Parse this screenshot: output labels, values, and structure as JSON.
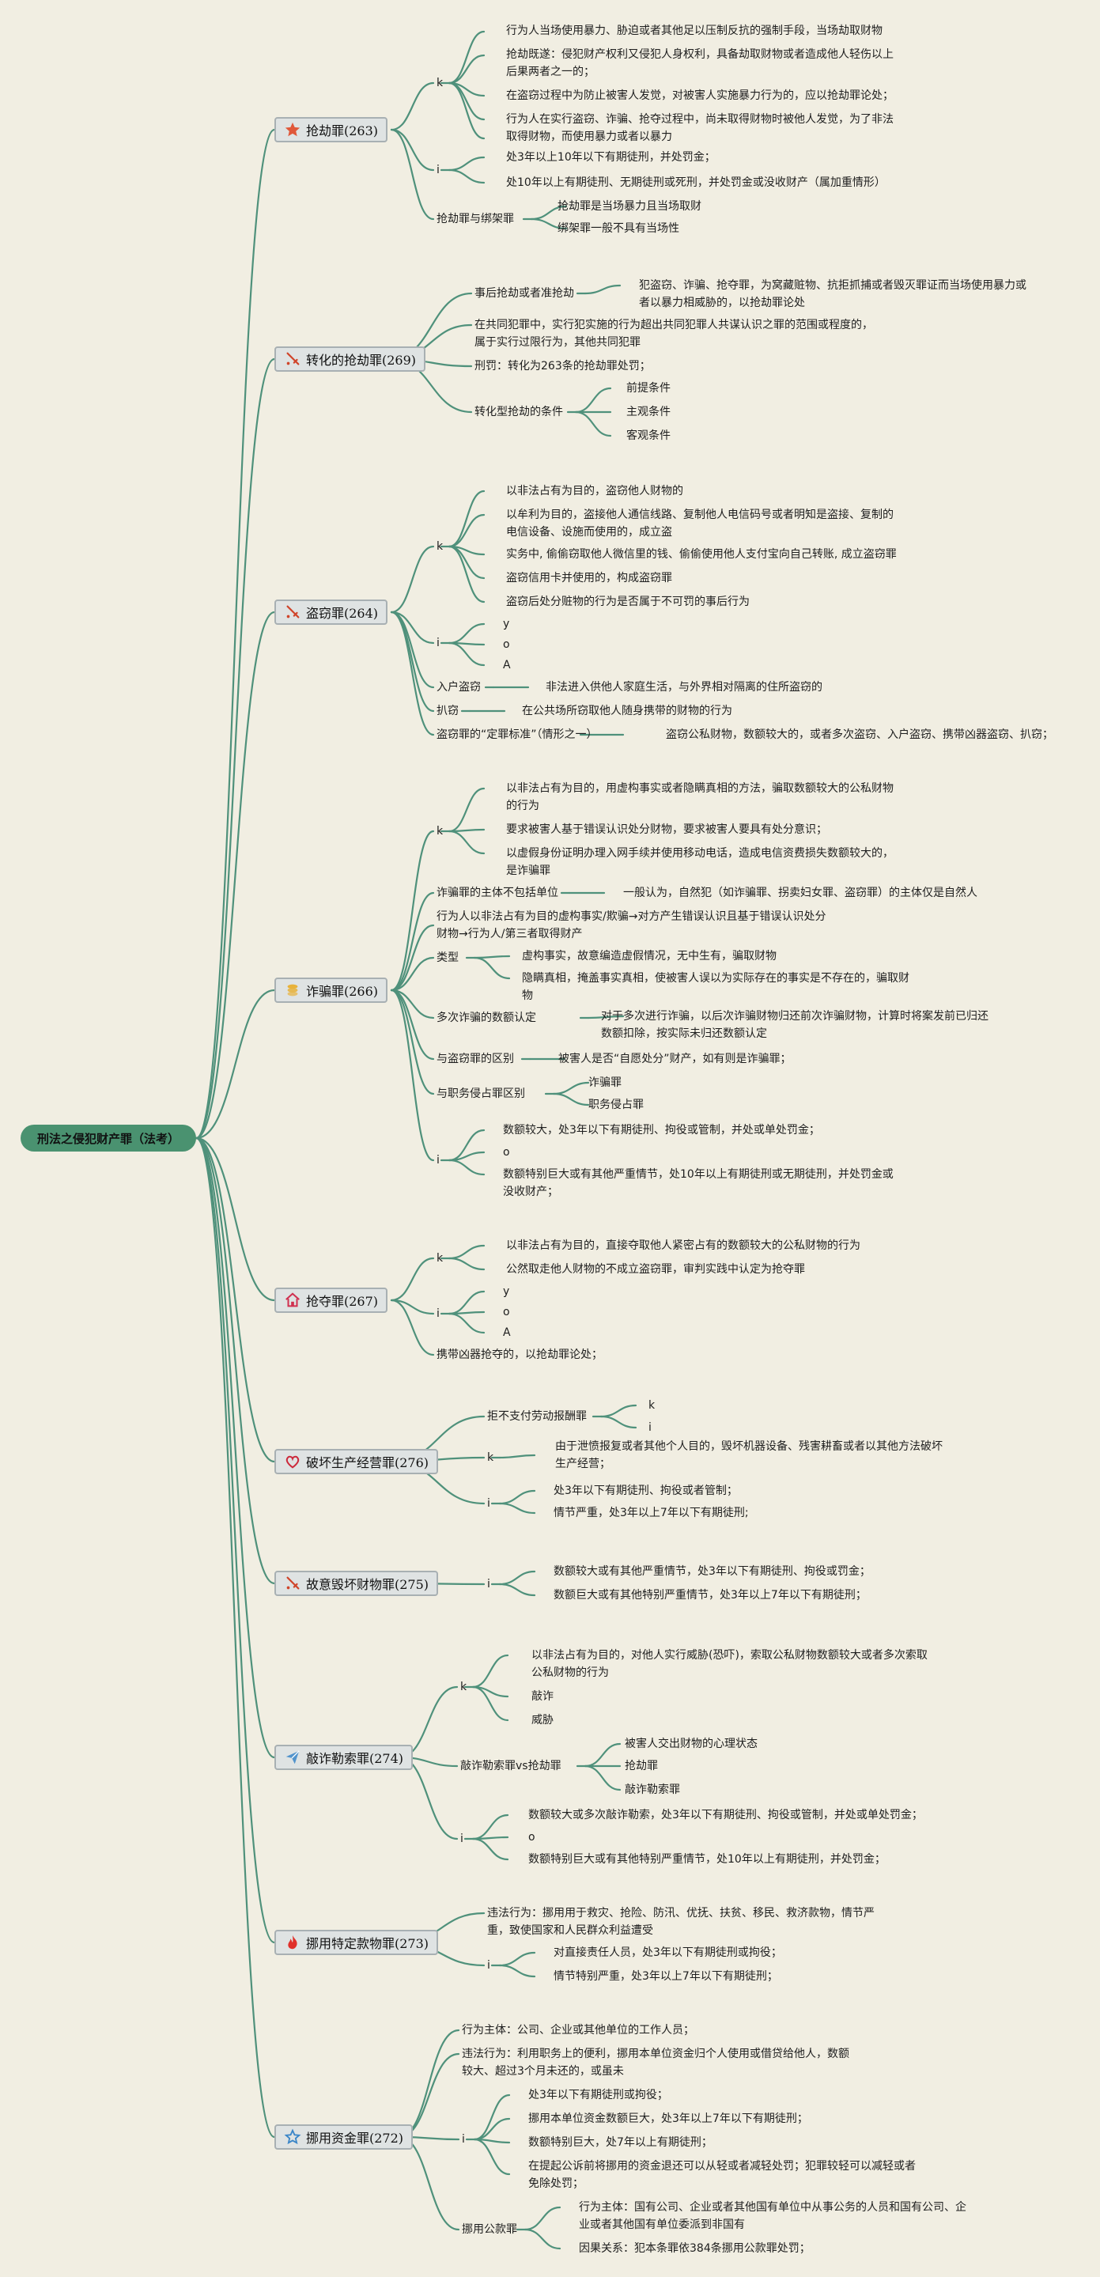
{
  "root": "刑法之侵犯财产罪（法考）",
  "crimes": [
    {
      "id": "robbery",
      "name": "抢劫罪(263)",
      "icon": "star-icon",
      "color": "#e0583a",
      "details": [
        "行为人当场使用暴力、胁迫或者其他足以压制反抗的强制手段，当场劫取财物",
        "抢劫既遂：侵犯财产权利又侵犯人身权利，具备劫取财物或者造成他人轻伤以上",
        "后果两者之一的；",
        "在盗窃过程中为防止被害人发觉，对被害人实施暴力行为的，应以抢劫罪论处；",
        "行为人在实行盗窃、诈骗、抢夺过程中，尚未取得财物时被他人发觉，为了非法",
        "取得财物，而使用暴力或者以暴力",
        "处3年以上10年以下有期徒刑，并处罚金；",
        "处10年以上有期徒刑、无期徒刑或死刑，并处罚金或没收财产（属加重情形）",
        "抢劫罪与绑架罪",
        "抢劫罪是当场暴力且当场取财",
        "绑架罪一般不具有当场性"
      ]
    },
    {
      "id": "converted",
      "name": "转化的抢劫罪(269)",
      "icon": "sword-icon",
      "color": "#d0452b",
      "details": [
        "事后抢劫或者准抢劫",
        "犯盗窃、诈骗、抢夺罪，为窝藏赃物、抗拒抓捕或者毁灭罪证而当场使用暴力或",
        "者以暴力相威胁的，以抢劫罪论处",
        "在共同犯罪中，实行犯实施的行为超出共同犯罪人共谋认识之罪的范围或程度的，",
        "属于实行过限行为，其他共同犯罪",
        "刑罚：转化为263条的抢劫罪处罚；",
        "转化型抢劫的条件",
        "前提条件",
        "主观条件",
        "客观条件"
      ]
    },
    {
      "id": "theft",
      "name": "盗窃罪(264)",
      "icon": "sword-icon",
      "color": "#d0452b",
      "details": [
        "以非法占有为目的，盗窃他人财物的",
        "以牟利为目的，盗接他人通信线路、复制他人电信码号或者明知是盗接、复制的",
        "电信设备、设施而使用的，成立盗",
        "实务中, 偷偷窃取他人微信里的钱、偷偷使用他人支付宝向自己转账, 成立盗窃罪",
        "盗窃信用卡并使用的，构成盗窃罪",
        "盗窃后处分赃物的行为是否属于不可罚的事后行为",
        "入户盗窃",
        "非法进入供他人家庭生活，与外界相对隔离的住所盗窃的",
        "扒窃",
        "在公共场所窃取他人随身携带的财物的行为",
        "盗窃罪的“定罪标准”（情形之一）",
        "盗窃公私财物，数额较大的，或者多次盗窃、入户盗窃、携带凶器盗窃、扒窃；"
      ]
    },
    {
      "id": "fraud",
      "name": "诈骗罪(266)",
      "icon": "coin-icon",
      "color": "#e8b23a",
      "details": [
        "以非法占有为目的，用虚构事实或者隐瞒真相的方法，骗取数额较大的公私财物",
        "的行为",
        "要求被害人基于错误认识处分财物，要求被害人要具有处分意识；",
        "以虚假身份证明办理入网手续并使用移动电话，造成电信资费损失数额较大的，",
        "是诈骗罪",
        "诈骗罪的主体不包括单位",
        "一般认为，自然犯（如诈骗罪、拐卖妇女罪、盗窃罪）的主体仅是自然人",
        "行为人以非法占有为目的虚构事实/欺骗→对方产生错误认识且基于错误认识处分",
        "财物→行为人/第三者取得财产",
        "类型",
        "虚构事实，故意编造虚假情况，无中生有，骗取财物",
        "隐瞒真相，掩盖事实真相，使被害人误以为实际存在的事实是不存在的，骗取财",
        "物",
        "多次诈骗的数额认定",
        "对于多次进行诈骗，以后次诈骗财物归还前次诈骗财物，计算时将案发前已归还",
        "数额扣除，按实际未归还数额认定",
        "与盗窃罪的区别",
        "被害人是否“自愿处分”财产，如有则是诈骗罪；",
        "与职务侵占罪区别",
        "诈骗罪",
        "职务侵占罪",
        "数额较大，处3年以下有期徒刑、拘役或管制，并处或单处罚金；",
        "数额特别巨大或有其他严重情节，处10年以上有期徒刑或无期徒刑，并处罚金或",
        "没收财产；"
      ]
    },
    {
      "id": "snatch",
      "name": "抢夺罪(267)",
      "icon": "house-icon",
      "color": "#d03050",
      "details": [
        "以非法占有为目的，直接夺取他人紧密占有的数额较大的公私财物的行为",
        "公然取走他人财物的不成立盗窃罪，审判实践中认定为抢夺罪",
        "携带凶器抢夺的，以抢劫罪论处；"
      ]
    },
    {
      "id": "sabotage",
      "name": "破坏生产经营罪(276)",
      "icon": "heart-icon",
      "color": "#cc2a3c",
      "details": [
        "拒不支付劳动报酬罪",
        "由于泄愤报复或者其他个人目的，毁坏机器设备、残害耕畜或者以其他方法破坏",
        "生产经营；",
        "处3年以下有期徒刑、拘役或者管制；",
        "情节严重，处3年以上7年以下有期徒刑;"
      ]
    },
    {
      "id": "destroy",
      "name": "故意毁坏财物罪(275)",
      "icon": "sword-icon",
      "color": "#d0452b",
      "details": [
        "数额较大或有其他严重情节，处3年以下有期徒刑、拘役或罚金；",
        "数额巨大或有其他特别严重情节，处3年以上7年以下有期徒刑；"
      ]
    },
    {
      "id": "extortion",
      "name": "敲诈勒索罪(274)",
      "icon": "paper-plane-icon",
      "color": "#3a86c8",
      "details": [
        "以非法占有为目的，对他人实行威胁(恐吓)，索取公私财物数额较大或者多次索取",
        "公私财物的行为",
        "敲诈",
        "威胁",
        "敲诈勒索罪vs抢劫罪",
        "被害人交出财物的心理状态",
        "抢劫罪",
        "敲诈勒索罪",
        "数额较大或多次敲诈勒索，处3年以下有期徒刑、拘役或管制，并处或单处罚金；",
        "数额特别巨大或有其他特别严重情节，处10年以上有期徒刑，并处罚金；"
      ]
    },
    {
      "id": "misuse_funds",
      "name": "挪用特定款物罪(273)",
      "icon": "fire-icon",
      "color": "#e0302a",
      "details": [
        "违法行为：挪用用于救灾、抢险、防汛、优抚、扶贫、移民、救济款物，情节严",
        "重，致使国家和人民群众利益遭受",
        "对直接责任人员，处3年以下有期徒刑或拘役；",
        "情节特别严重，处3年以上7年以下有期徒刑；"
      ]
    },
    {
      "id": "misuse_capital",
      "name": "挪用资金罪(272)",
      "icon": "star-outline-icon",
      "color": "#3a86c8",
      "details": [
        "行为主体：公司、企业或其他单位的工作人员；",
        "违法行为：利用职务上的便利，挪用本单位资金归个人使用或借贷给他人，数额",
        "较大、超过3个月未还的，或虽未",
        "处3年以下有期徒刑或拘役；",
        "挪用本单位资金数额巨大，处3年以上7年以下有期徒刑；",
        "数额特别巨大，处7年以上有期徒刑；",
        "在提起公诉前将挪用的资金退还可以从轻或者减轻处罚；犯罪较轻可以减轻或者",
        "免除处罚；",
        "挪用公款罪",
        "行为主体：国有公司、企业或者其他国有单位中从事公务的人员和国有公司、企",
        "业或者其他国有单位委派到非国有",
        "因果关系：犯本条罪依384条挪用公款罪处罚；"
      ]
    }
  ],
  "markers": {
    "k": "k",
    "i": "i",
    "y": "y",
    "o": "o",
    "A": "A"
  }
}
